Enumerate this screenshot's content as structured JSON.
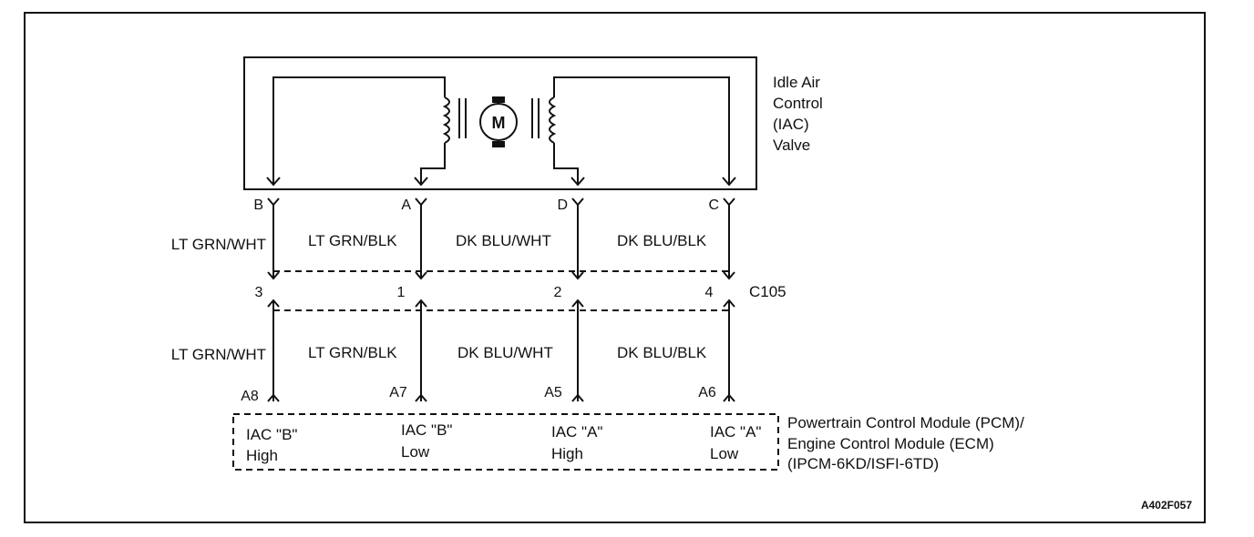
{
  "valve": {
    "name_lines": [
      "Idle Air",
      "Control",
      "(IAC)",
      "Valve"
    ],
    "motor_symbol": "M",
    "terminals": [
      "B",
      "A",
      "D",
      "C"
    ]
  },
  "wires_upper": [
    "LT GRN/WHT",
    "LT GRN/BLK",
    "DK BLU/WHT",
    "DK BLU/BLK"
  ],
  "connector": {
    "id": "C105",
    "pins": [
      "3",
      "1",
      "2",
      "4"
    ]
  },
  "wires_lower": [
    "LT GRN/WHT",
    "LT GRN/BLK",
    "DK BLU/WHT",
    "DK BLU/BLK"
  ],
  "module_pins": [
    "A8",
    "A7",
    "A5",
    "A6"
  ],
  "module_circuits": [
    {
      "line1": "IAC \"B\"",
      "line2": "High"
    },
    {
      "line1": "IAC \"B\"",
      "line2": "Low"
    },
    {
      "line1": "IAC \"A\"",
      "line2": "High"
    },
    {
      "line1": "IAC \"A\"",
      "line2": "Low"
    }
  ],
  "module": {
    "name_lines": [
      "Powertrain Control Module (PCM)/",
      "Engine Control Module (ECM)",
      "(IPCM-6KD/ISFI-6TD)"
    ]
  },
  "figure_id": "A402F057"
}
